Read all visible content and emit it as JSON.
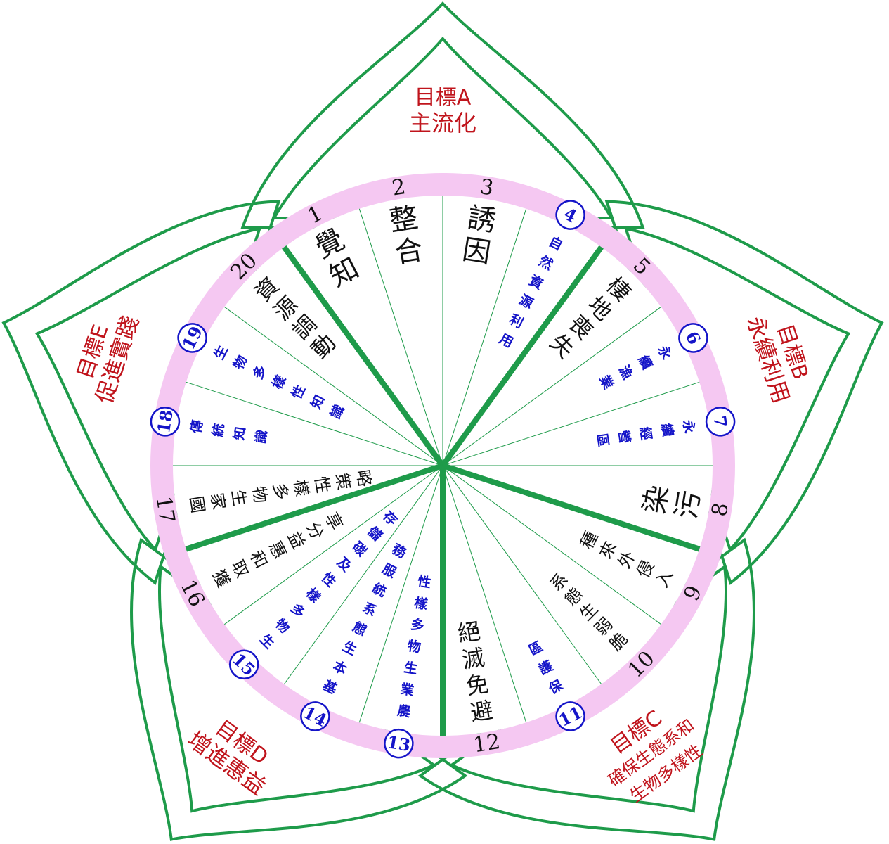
{
  "goals": [
    {
      "key": "A",
      "line1": "目標A",
      "line2": "主流化"
    },
    {
      "key": "B",
      "line1": "目標B",
      "line2": "永續利用"
    },
    {
      "key": "C",
      "line1": "目標C",
      "line2": "確保生態系和",
      "line3": "生物多樣性"
    },
    {
      "key": "D",
      "line1": "目標D",
      "line2": "增進惠益"
    },
    {
      "key": "E",
      "line1": "目標E",
      "line2": "促進實踐"
    }
  ],
  "targets": [
    {
      "n": "1",
      "label": "覺知",
      "circled": false,
      "highlight": false
    },
    {
      "n": "2",
      "label": "整合",
      "circled": false,
      "highlight": false
    },
    {
      "n": "3",
      "label": "誘因",
      "circled": false,
      "highlight": false
    },
    {
      "n": "4",
      "label": "自然資源利用",
      "circled": true,
      "highlight": true
    },
    {
      "n": "5",
      "label": "棲地喪失",
      "circled": false,
      "highlight": false
    },
    {
      "n": "6",
      "label": "永續漁業",
      "circled": true,
      "highlight": true
    },
    {
      "n": "7",
      "label": "永續經營區",
      "circled": true,
      "highlight": true
    },
    {
      "n": "8",
      "label": "污染",
      "circled": false,
      "highlight": false
    },
    {
      "n": "9",
      "label": "入侵外來種",
      "circled": false,
      "highlight": false
    },
    {
      "n": "10",
      "label": "脆弱生態系",
      "circled": false,
      "highlight": false
    },
    {
      "n": "11",
      "label": "保護區",
      "circled": true,
      "highlight": true
    },
    {
      "n": "12",
      "label": "避免滅絕",
      "circled": false,
      "highlight": false
    },
    {
      "n": "13",
      "label": "農業生物多樣性",
      "circled": true,
      "highlight": true
    },
    {
      "n": "14",
      "label": "基本生態系統服務",
      "circled": true,
      "highlight": true
    },
    {
      "n": "15",
      "label": "生物多樣性及碳儲存",
      "circled": true,
      "highlight": true
    },
    {
      "n": "16",
      "label": "獲取和惠益分享",
      "circled": false,
      "highlight": false
    },
    {
      "n": "17",
      "label": "國家生物多樣性策略",
      "circled": false,
      "highlight": false
    },
    {
      "n": "18",
      "label": "傳統知識",
      "circled": true,
      "highlight": true
    },
    {
      "n": "19",
      "label": "生物多樣性知識",
      "circled": true,
      "highlight": true
    },
    {
      "n": "20",
      "label": "資源調動",
      "circled": false,
      "highlight": false
    }
  ],
  "colors": {
    "petal": "#1e9b4a",
    "ring": "#f5c8f2",
    "goal_text": "#c0141c",
    "highlight": "#1414c8",
    "normal": "#111111"
  }
}
